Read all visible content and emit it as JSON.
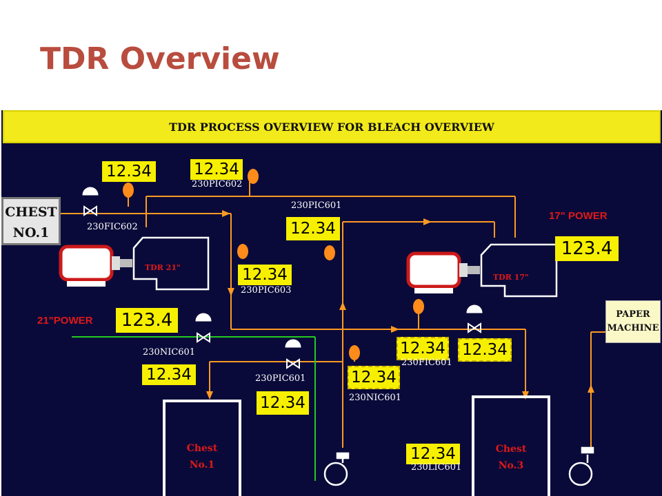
{
  "slide": {
    "title": "TDR Overview"
  },
  "panel": {
    "header": "TDR PROCESS OVERVIEW FOR BLEACH OVERVIEW",
    "chest_no1": {
      "line1": "CHEST",
      "line2": "NO.1"
    },
    "paper_machine": {
      "line1": "PAPER",
      "line2": "MACHINE"
    },
    "tank1": {
      "line1": "Chest",
      "line2": "No.1"
    },
    "tank3": {
      "line1": "Chest",
      "line2": "No.3"
    },
    "refiner21": "TDR 21\"",
    "refiner17": "TDR 17\"",
    "power17_label": "17\" POWER",
    "power17_value": "123.4",
    "power21_label": "21\"POWER",
    "power21_value": "123.4",
    "readouts": {
      "fic602_value": "12.34",
      "fic602_tag": "230FIC602",
      "pic602_value": "12.34",
      "pic602_tag": "230PIC602",
      "pic601a_value": "12.34",
      "pic601a_tag": "230PIC601",
      "pic603_value": "12.34",
      "pic603_tag": "230PIC603",
      "nic601a_value": "12.34",
      "nic601a_tag": "230NIC601",
      "pic601b_value": "12.34",
      "pic601b_tag": "230PIC601",
      "nic601b_value": "12.34",
      "nic601b_tag": "230NIC601",
      "fic601_value": "12.34",
      "fic601_tag": "230FIC601",
      "fic601_right_value": "12.34",
      "lic601_value": "12.34",
      "lic601_tag": "230LIC601"
    }
  },
  "colors": {
    "title": "#b84c3e",
    "panel_bg": "#0a0a3a",
    "header_bg": "#f2ea1a",
    "pipe": "#ff9a22",
    "power_line": "#22cc22",
    "readout_bg": "#f7ef00",
    "alarm_text": "#e01818"
  }
}
